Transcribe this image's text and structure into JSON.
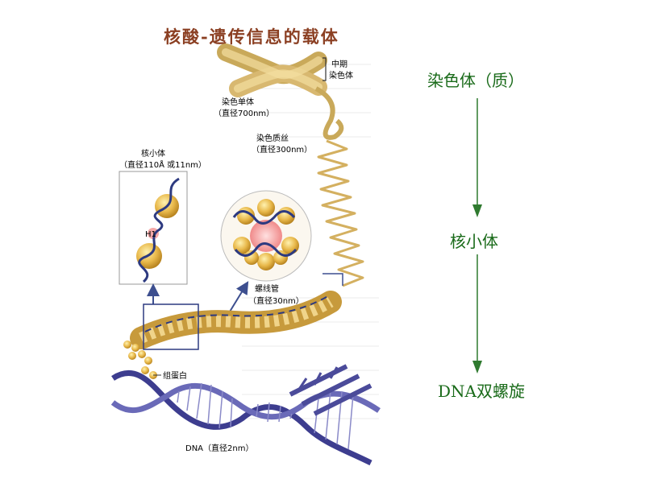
{
  "title": "核酸-遗传信息的载体",
  "figure": {
    "label_mid_chromosome_1": "中期",
    "label_mid_chromosome_2": "染色体",
    "label_chromatid": "染色单体",
    "label_chromatid_diam": "（直径700nm）",
    "label_chromatin": "染色质丝",
    "label_chromatin_diam": "（直径300nm）",
    "label_nucleosome": "核小体",
    "label_nucleosome_diam": "（直径110Å 或11nm）",
    "label_h1": "H1",
    "label_solenoid": "螺线管",
    "label_solenoid_diam": "（直径30nm）",
    "label_histone": "组蛋白",
    "label_dna": "DNA（直径2nm）"
  },
  "flow": {
    "step1": "染色体（质）",
    "step2": "核小体",
    "step3": "DNA双螺旋"
  },
  "colors": {
    "title": "#8b3f22",
    "flow_text": "#1a6b1a",
    "arrow": "#2f7a2f",
    "bead": "#e8b84a",
    "dna": "#3d3d8f"
  }
}
